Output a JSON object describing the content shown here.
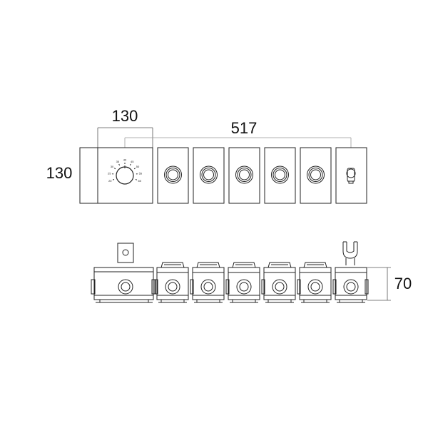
{
  "dimensions": {
    "front_width_small": "130",
    "front_width_total": "517",
    "front_height": "130",
    "side_depth": "70"
  },
  "thermostat_scale": {
    "labels": [
      "20",
      "25",
      "30",
      "35",
      "40",
      "45",
      "50",
      "55",
      "60"
    ]
  },
  "front_view": {
    "button_modules": 5,
    "handshower_holder": true
  }
}
